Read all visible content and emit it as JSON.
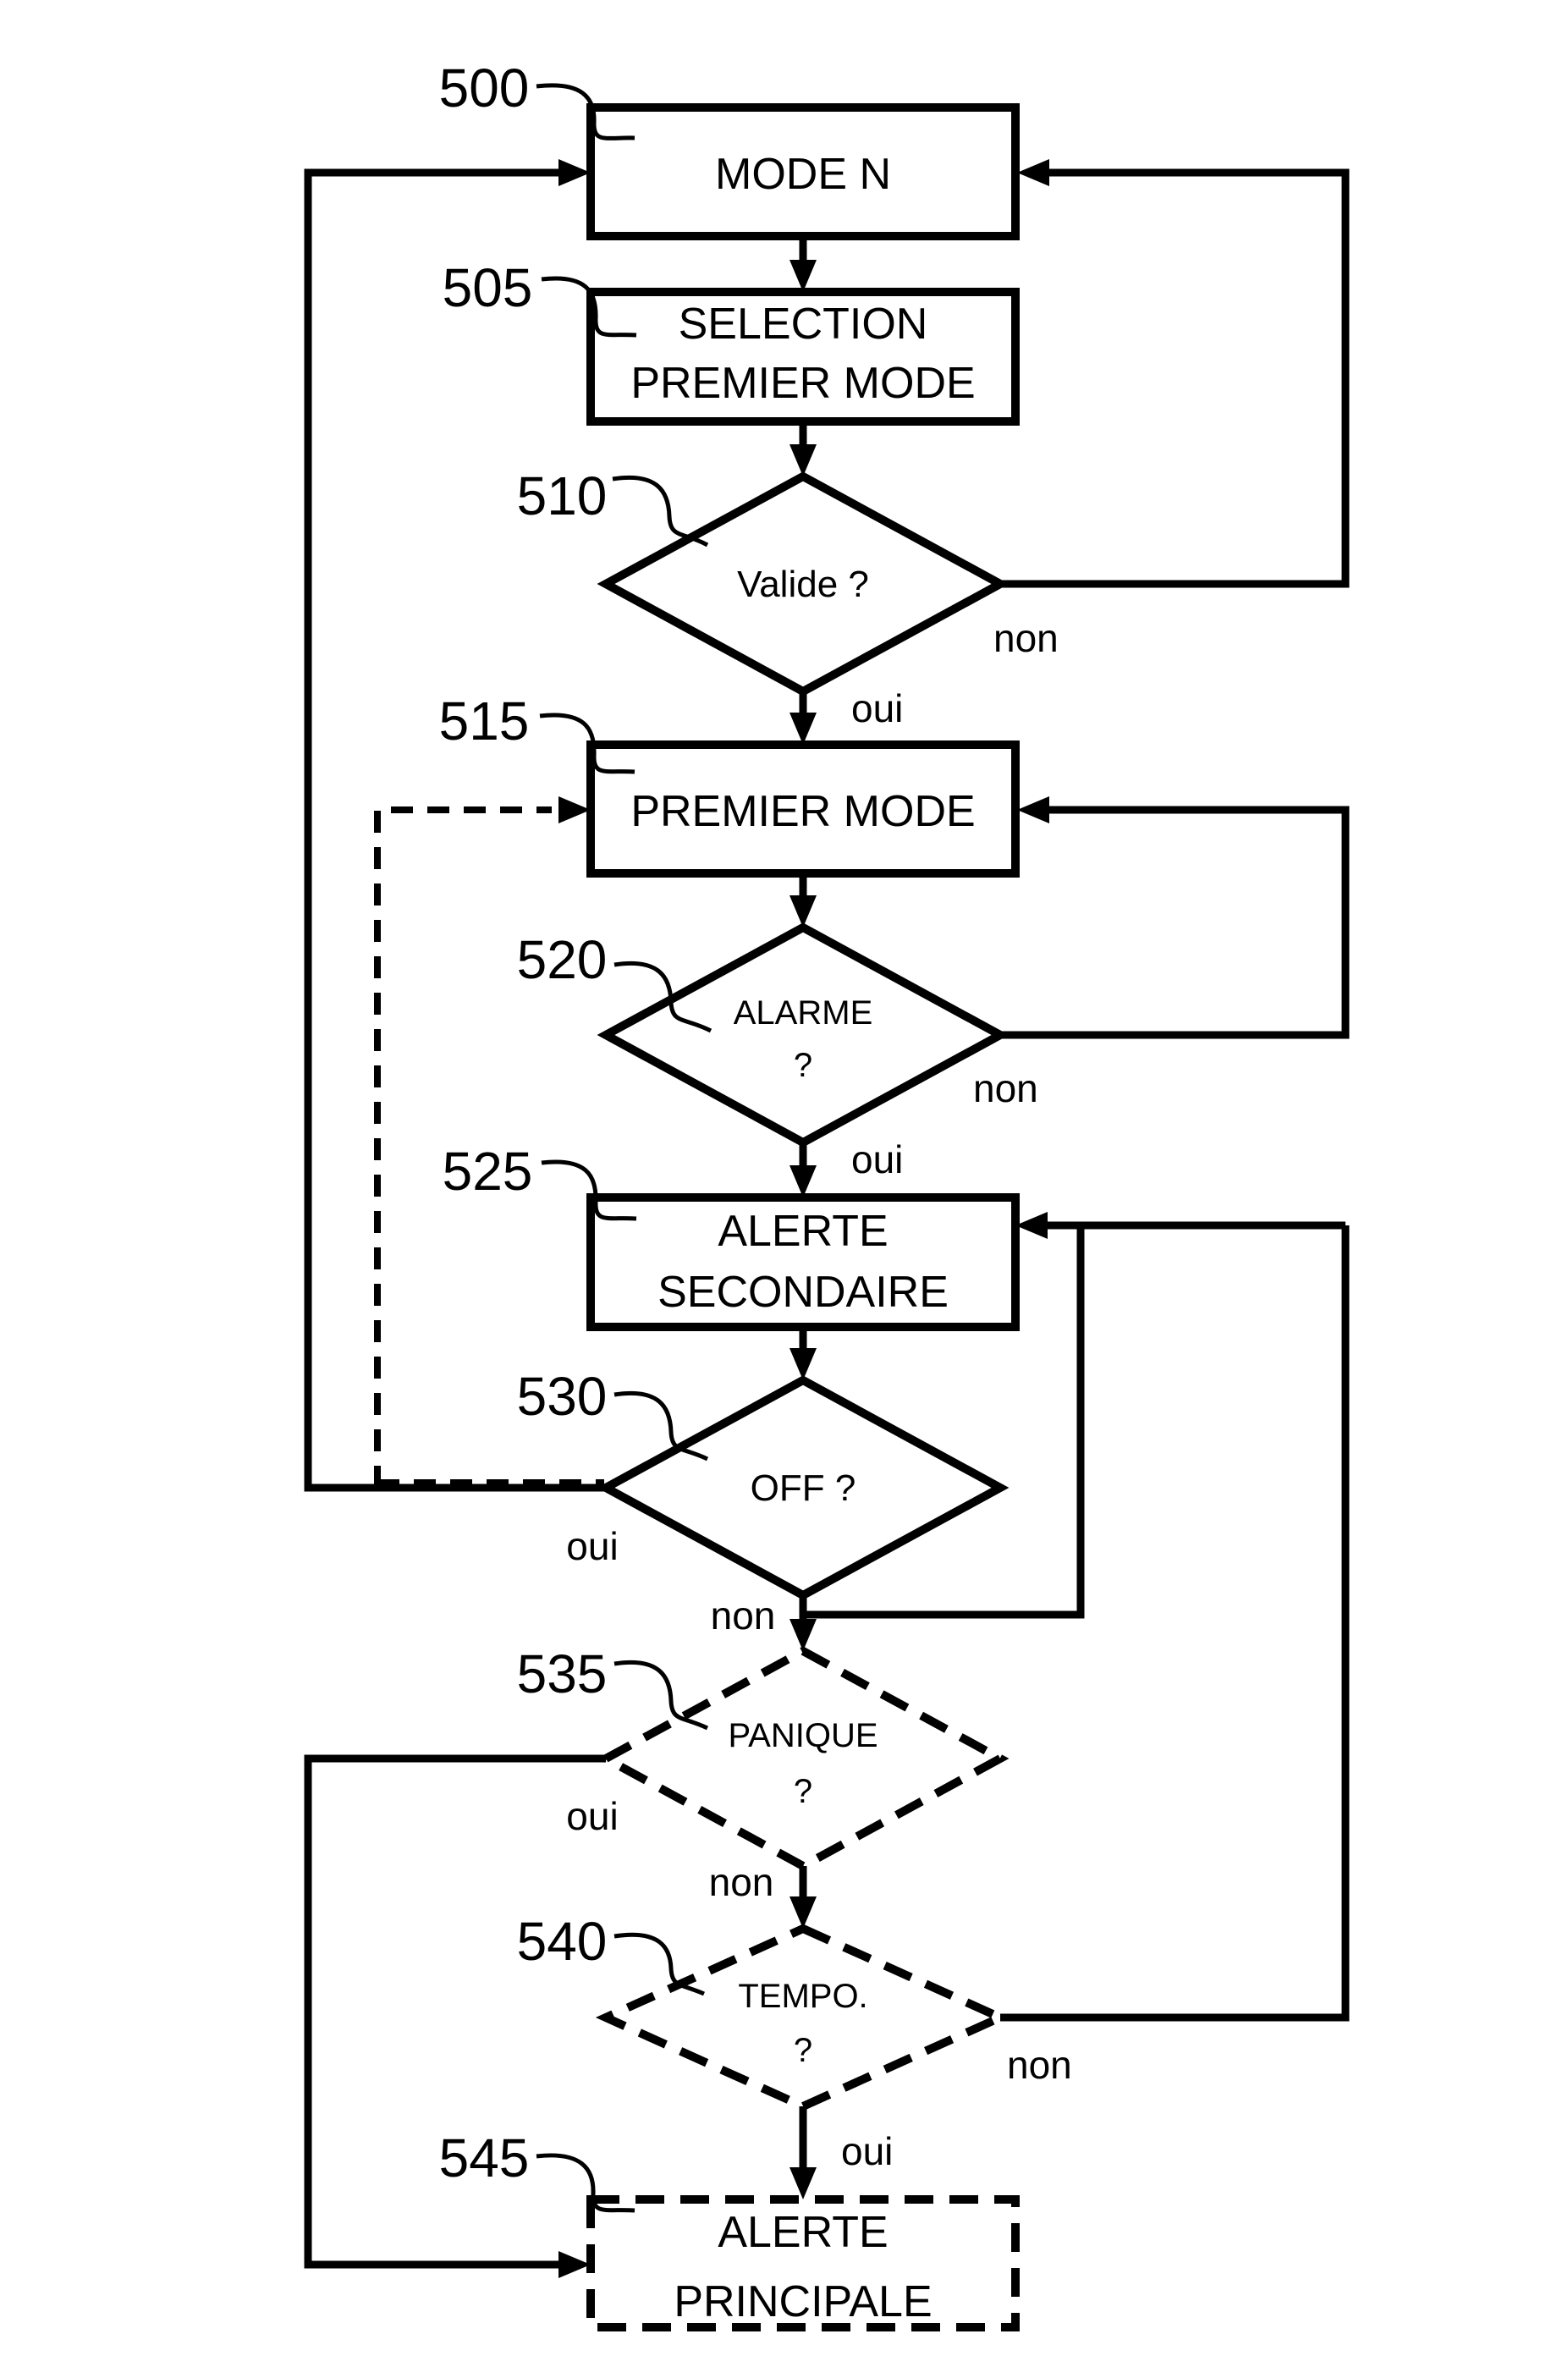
{
  "page": {
    "background": "#ffffff",
    "ink": "#000000"
  },
  "nodes": [
    {
      "id": "mode-n",
      "ref": "500",
      "shape": "rect",
      "border": "solid",
      "lines": [
        "MODE N"
      ]
    },
    {
      "id": "selection-premier-mode",
      "ref": "505",
      "shape": "rect",
      "border": "solid",
      "lines": [
        "SELECTION",
        "PREMIER MODE"
      ]
    },
    {
      "id": "valide",
      "ref": "510",
      "shape": "diamond",
      "border": "solid",
      "lines": [
        "Valide ?"
      ]
    },
    {
      "id": "premier-mode",
      "ref": "515",
      "shape": "rect",
      "border": "solid",
      "lines": [
        "PREMIER MODE"
      ]
    },
    {
      "id": "alarme",
      "ref": "520",
      "shape": "diamond",
      "border": "solid",
      "lines": [
        "ALARME",
        "?"
      ]
    },
    {
      "id": "alerte-secondaire",
      "ref": "525",
      "shape": "rect",
      "border": "solid",
      "lines": [
        "ALERTE",
        "SECONDAIRE"
      ]
    },
    {
      "id": "off",
      "ref": "530",
      "shape": "diamond",
      "border": "solid",
      "lines": [
        "OFF ?"
      ]
    },
    {
      "id": "panique",
      "ref": "535",
      "shape": "diamond",
      "border": "dashed",
      "lines": [
        "PANIQUE",
        "?"
      ]
    },
    {
      "id": "tempo",
      "ref": "540",
      "shape": "diamond",
      "border": "dashed",
      "lines": [
        "TEMPO.",
        "?"
      ]
    },
    {
      "id": "alerte-principale",
      "ref": "545",
      "shape": "rect",
      "border": "dashed",
      "lines": [
        "ALERTE",
        "PRINCIPALE"
      ]
    }
  ],
  "branch_labels": {
    "valide_oui": "oui",
    "valide_non": "non",
    "alarme_oui": "oui",
    "alarme_non": "non",
    "off_oui": "oui",
    "off_non": "non",
    "panique_oui": "oui",
    "panique_non": "non",
    "tempo_oui": "oui",
    "tempo_non": "non"
  }
}
